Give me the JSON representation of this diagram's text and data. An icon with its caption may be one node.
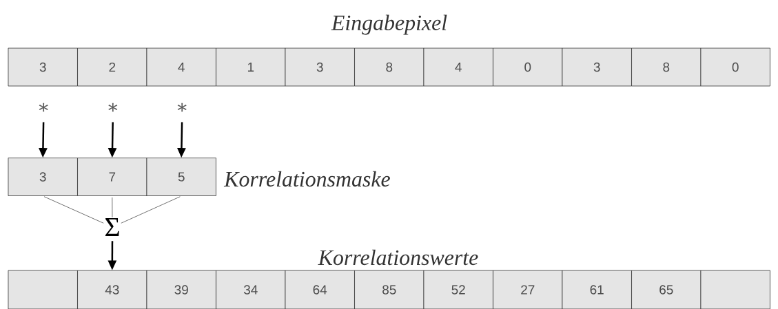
{
  "diagram": {
    "nodes": [
      {
        "text": [
          "3"
        ]
      },
      {
        "text": [
          "2"
        ]
      },
      {
        "text": [
          "4"
        ]
      },
      {
        "text": [
          "1"
        ]
      },
      {
        "text": [
          "3"
        ]
      },
      {
        "text": [
          "8"
        ]
      },
      {
        "text": [
          "4"
        ]
      },
      {
        "text": [
          "0"
        ]
      },
      {
        "text": [
          "3"
        ]
      },
      {
        "text": [
          "8"
        ]
      },
      {
        "text": [
          "0"
        ]
      },
      {
        "text": [
          "*"
        ]
      },
      {
        "text": [
          "*"
        ]
      },
      {
        "text": [
          "*"
        ]
      },
      {
        "text": [
          "3"
        ]
      },
      {
        "text": [
          "7"
        ]
      },
      {
        "text": [
          "5"
        ]
      },
      {
        "text": [
          "Σ"
        ]
      },
      {
        "text": [],
        "shape": "box"
      },
      {
        "text": [
          "43"
        ]
      },
      {
        "text": [
          "39"
        ]
      },
      {
        "text": [
          "34"
        ]
      },
      {
        "text": [
          "64"
        ]
      },
      {
        "text": [
          "85"
        ]
      },
      {
        "text": [
          "52"
        ]
      },
      {
        "text": [
          "27"
        ]
      },
      {
        "text": [
          "61"
        ]
      },
      {
        "text": [
          "65"
        ]
      },
      {
        "text": [],
        "shape": "box"
      }
    ],
    "edges": [
      {
        "from": 11,
        "to": 14,
        "arrow": "to"
      },
      {
        "from": 12,
        "to": 15,
        "arrow": "to"
      },
      {
        "from": 13,
        "to": 16,
        "arrow": "to"
      },
      {
        "from": 14,
        "to": 17,
        "arrow": "none"
      },
      {
        "from": 15,
        "to": 17,
        "arrow": "none"
      },
      {
        "from": 16,
        "to": 17,
        "arrow": "none"
      },
      {
        "from": 17,
        "to": 19,
        "arrow": "to"
      }
    ],
    "labels": [
      "Eingabepixel",
      "Korrelationsmaske",
      "Korrelationswerte"
    ]
  }
}
